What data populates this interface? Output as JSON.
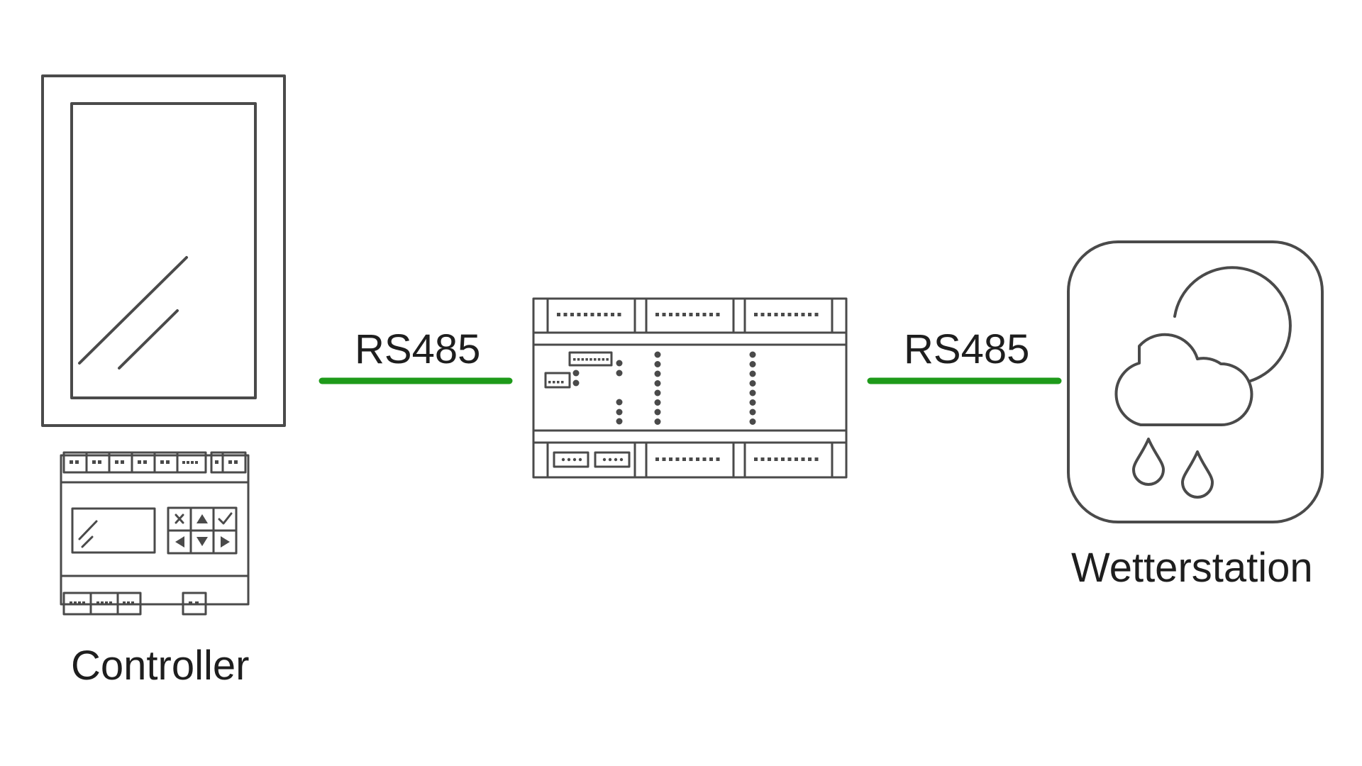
{
  "labels": {
    "link_left": "RS485",
    "link_right": "RS485",
    "controller": "Controller",
    "weather_station": "Wetterstation"
  },
  "colors": {
    "stroke": "#4a4a4a",
    "connection": "#1e9a1a",
    "text": "#1e1e1e",
    "background": "#ffffff"
  },
  "icons": {
    "controller_panel": "touch-panel-icon",
    "controller_module": "din-controller-icon",
    "gateway": "din-io-module-icon",
    "weather": "cloud-sun-rain-icon"
  }
}
